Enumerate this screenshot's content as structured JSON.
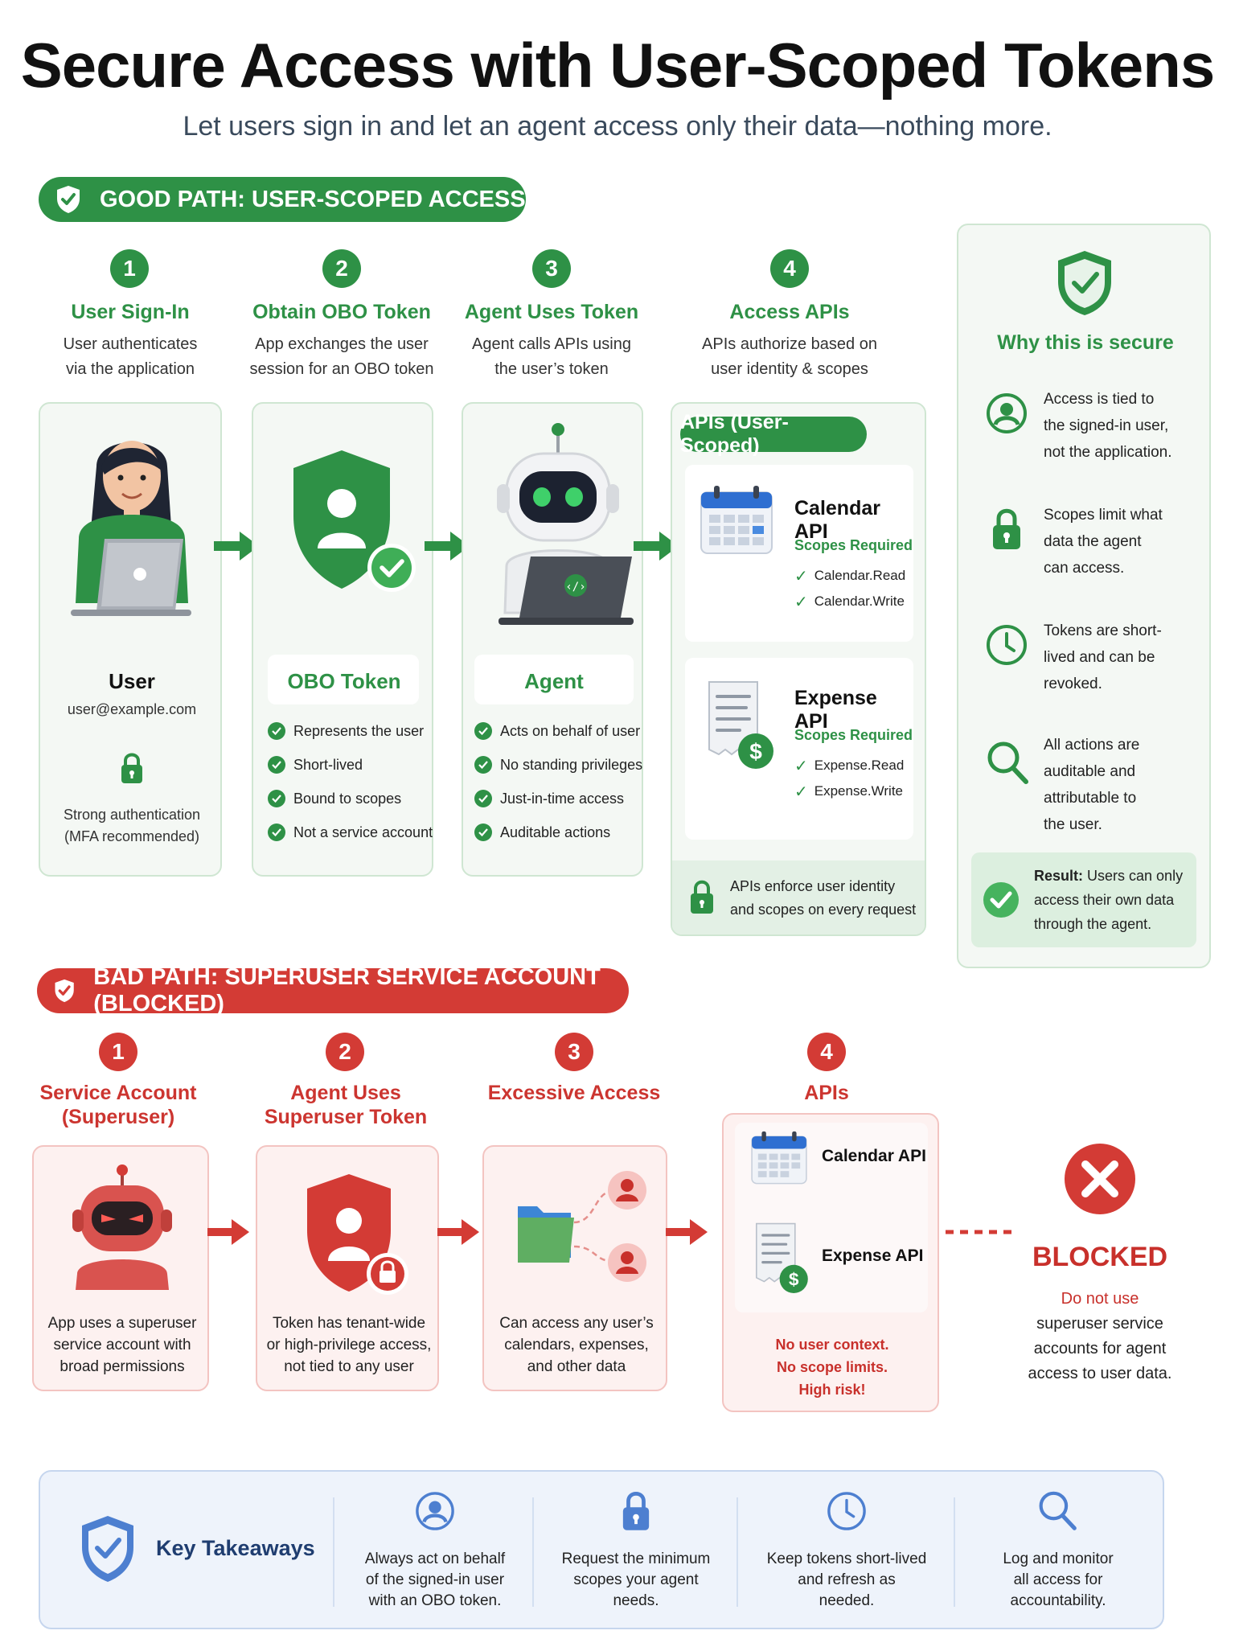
{
  "title": "Secure Access with User-Scoped Tokens",
  "subtitle": "Let users sign in and let an agent access only their data—nothing more.",
  "good_path": {
    "banner": "GOOD PATH: USER-SCOPED ACCESS",
    "steps": [
      {
        "num": "1",
        "title": "User Sign-In",
        "desc1": "User authenticates",
        "desc2": "via the application"
      },
      {
        "num": "2",
        "title": "Obtain OBO Token",
        "desc1": "App exchanges the user",
        "desc2": "session for an OBO token"
      },
      {
        "num": "3",
        "title": "Agent Uses Token",
        "desc1": "Agent calls APIs using",
        "desc2": "the user’s token"
      },
      {
        "num": "4",
        "title": "Access APIs",
        "desc1": "APIs authorize based on",
        "desc2": "user identity & scopes"
      }
    ],
    "user_card": {
      "title": "User",
      "email": "user@example.com",
      "auth1": "Strong authentication",
      "auth2": "(MFA recommended)"
    },
    "obo_card": {
      "title": "OBO Token",
      "items": [
        "Represents the user",
        "Short-lived",
        "Bound to scopes",
        "Not a service account"
      ]
    },
    "agent_card": {
      "title": "Agent",
      "items": [
        "Acts on behalf of user",
        "No standing privileges",
        "Just-in-time access",
        "Auditable actions"
      ]
    },
    "apis_card": {
      "tag": "APIs (User-Scoped)",
      "calendar": {
        "name": "Calendar API",
        "scopes_label": "Scopes Required",
        "scopes": [
          "Calendar.Read",
          "Calendar.Write"
        ]
      },
      "expense": {
        "name": "Expense API",
        "scopes_label": "Scopes Required",
        "scopes": [
          "Expense.Read",
          "Expense.Write"
        ]
      },
      "footer1": "APIs enforce user identity",
      "footer2": "and scopes on every request"
    }
  },
  "why_secure": {
    "title": "Why this is secure",
    "items": [
      {
        "icon": "user-circle-icon",
        "lines": [
          "Access is tied to",
          "the signed-in user,",
          "not the application."
        ]
      },
      {
        "icon": "lock-icon",
        "lines": [
          "Scopes limit what",
          "data the agent",
          "can access."
        ]
      },
      {
        "icon": "clock-icon",
        "lines": [
          "Tokens are short-",
          "lived and can be",
          "revoked."
        ]
      },
      {
        "icon": "search-icon",
        "lines": [
          "All actions are",
          "auditable and",
          "attributable to",
          "the user."
        ]
      }
    ],
    "result_label": "Result:",
    "result_rest": " Users can only",
    "result2": "access their own data",
    "result3": "through the agent."
  },
  "bad_path": {
    "banner": "BAD PATH: SUPERUSER SERVICE ACCOUNT (BLOCKED)",
    "steps": [
      {
        "num": "1",
        "line1": "Service Account",
        "line2": "(Superuser)",
        "desc": [
          "App uses a superuser",
          "service account with",
          "broad permissions"
        ]
      },
      {
        "num": "2",
        "line1": "Agent Uses",
        "line2": "Superuser Token",
        "desc": [
          "Token has tenant-wide",
          "or high-privilege access,",
          "not tied to any user"
        ]
      },
      {
        "num": "3",
        "line1": "Excessive Access",
        "line2": "",
        "desc": [
          "Can access any user’s",
          "calendars, expenses,",
          "and other data"
        ]
      },
      {
        "num": "4",
        "line1": "APIs",
        "line2": "",
        "desc": []
      }
    ],
    "apis": {
      "calendar": "Calendar API",
      "expense": "Expense API",
      "warn1": "No user context.",
      "warn2": "No scope limits.",
      "warn3": "High risk!"
    },
    "blocked": {
      "label": "BLOCKED",
      "line1": "Do not use",
      "line2": "superuser service",
      "line3": "accounts for agent",
      "line4": "access to user data."
    }
  },
  "takeaways": {
    "title": "Key Takeaways",
    "items": [
      {
        "icon": "user-circle-icon",
        "lines": [
          "Always act on behalf",
          "of the signed-in user",
          "with an OBO token."
        ]
      },
      {
        "icon": "lock-icon",
        "lines": [
          "Request the minimum",
          "scopes your agent",
          "needs."
        ]
      },
      {
        "icon": "clock-icon",
        "lines": [
          "Keep tokens short-lived",
          "and refresh as",
          "needed."
        ]
      },
      {
        "icon": "search-icon",
        "lines": [
          "Log and monitor",
          "all access for",
          "accountability."
        ]
      }
    ]
  },
  "colors": {
    "good": "#2e9146",
    "bad": "#d33b35",
    "takeaway": "#1f3d70"
  }
}
